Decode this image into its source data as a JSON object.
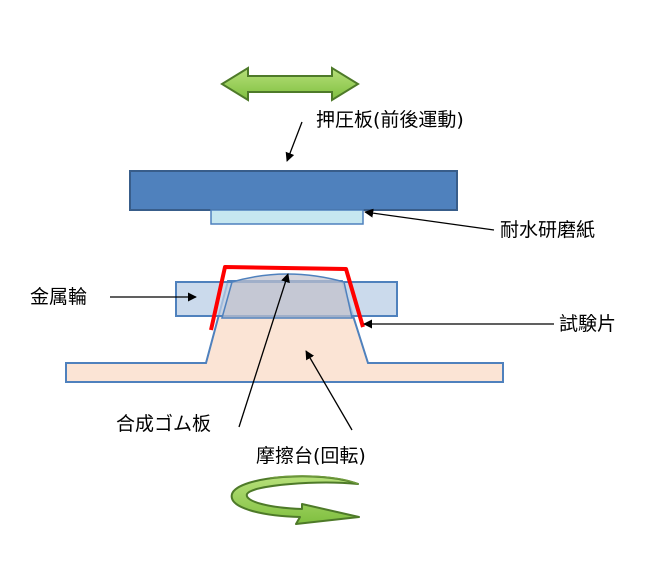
{
  "labels": {
    "pressure_plate": "押圧板(前後運動)",
    "sandpaper": "耐水研磨紙",
    "metal_ring": "金属輪",
    "test_piece": "試験片",
    "rubber_plate": "合成ゴム板",
    "friction_table": "摩擦台(回転)"
  },
  "colors": {
    "plate_fill": "#4f81bd",
    "plate_stroke": "#385d8a",
    "sandpaper_fill": "#c6e7f0",
    "ring_fill": "#b9cde5",
    "table_fill": "#fbe4d5",
    "rubber_fill": "#c3c3cf",
    "specimen_red": "#ff0000",
    "arrow_green": "#92d050",
    "arrow_green_dark": "#4e7a29",
    "arrow_green_deep": "#6f9a3c"
  }
}
